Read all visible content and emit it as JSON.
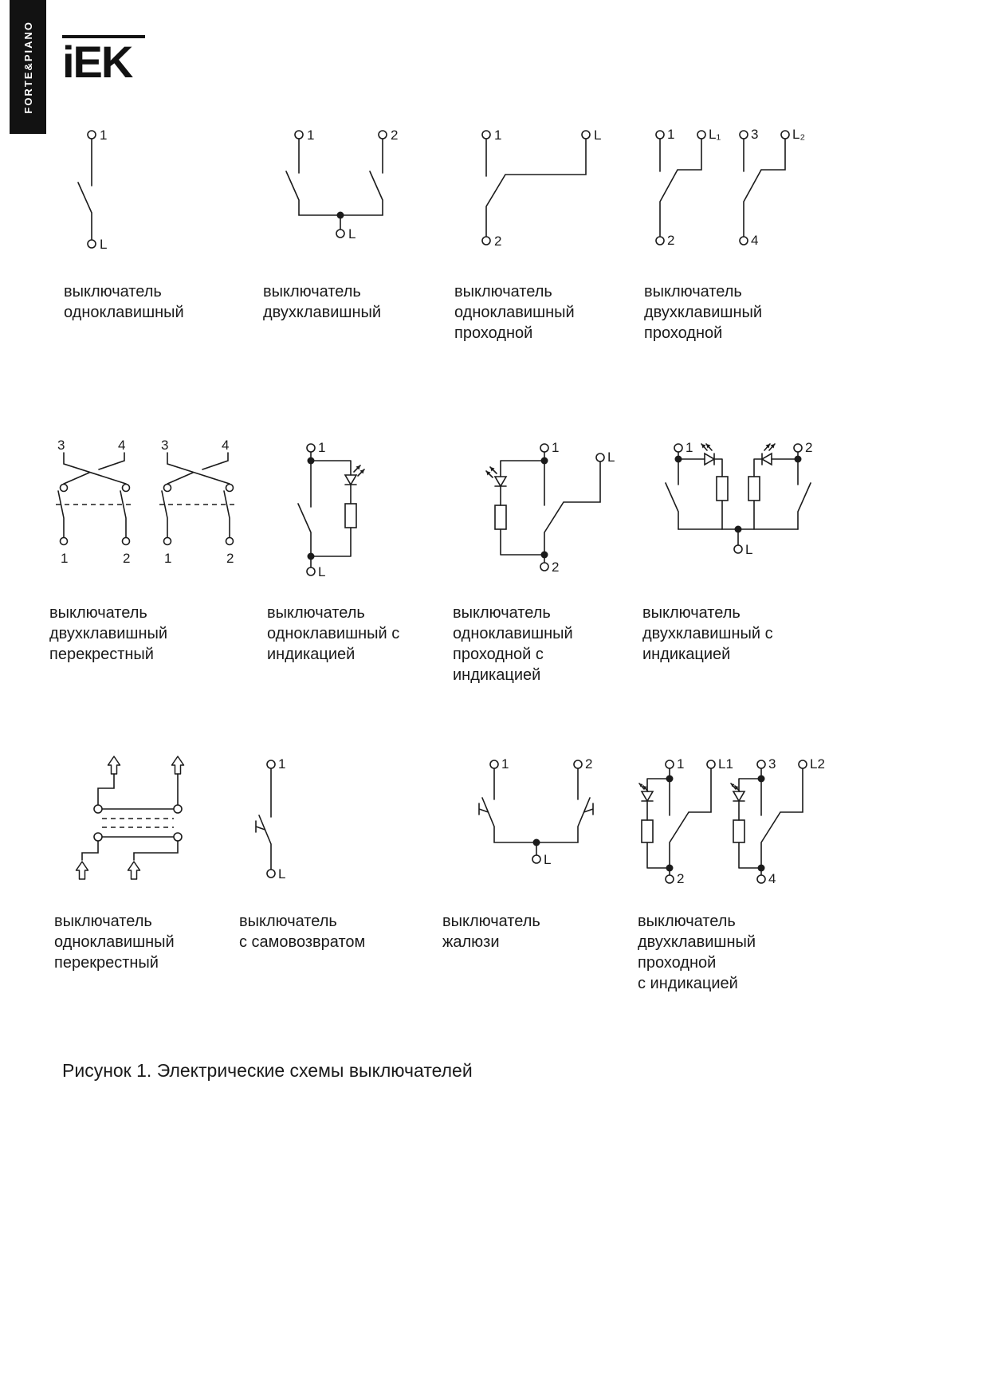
{
  "sidebar": {
    "brand": "FORTE&PIANO"
  },
  "logo": {
    "text": "iEK"
  },
  "figure": {
    "caption": "Рисунок 1. Электрические схемы выключателей"
  },
  "diagrams": [
    {
      "caption": "выключатель\nодноклавишный",
      "t": [
        "1",
        "L"
      ]
    },
    {
      "caption": "выключатель\nдвухклавишный",
      "t": [
        "1",
        "2",
        "L"
      ]
    },
    {
      "caption": "выключатель\nодноклавишный\nпроходной",
      "t": [
        "1",
        "L",
        "2"
      ]
    },
    {
      "caption": "выключатель\nдвухклавишный\nпроходной",
      "t": [
        "1",
        "L₁",
        "3",
        "L₂",
        "2",
        "4"
      ]
    },
    {
      "caption": "выключатель\nдвухклавишный\nперекрестный",
      "t": [
        "3",
        "4",
        "3",
        "4",
        "1",
        "2",
        "1",
        "2"
      ]
    },
    {
      "caption": "выключатель\nодноклавишный с\nиндикацией",
      "t": [
        "1",
        "L"
      ]
    },
    {
      "caption": "выключатель\nодноклавишный\nпроходной с\nиндикацией",
      "t": [
        "1",
        "L",
        "2"
      ]
    },
    {
      "caption": "выключатель\nдвухклавишный с\nиндикацией",
      "t": [
        "1",
        "2",
        "L"
      ]
    },
    {
      "caption": "выключатель\nодноклавишный\nперекрестный",
      "t": []
    },
    {
      "caption": "выключатель\nс самовозвратом",
      "t": [
        "1",
        "L"
      ]
    },
    {
      "caption": "выключатель\nжалюзи",
      "t": [
        "1",
        "2",
        "L"
      ]
    },
    {
      "caption": "выключатель\nдвухклавишный\nпроходной\nс индикацией",
      "t": [
        "1",
        "L1",
        "3",
        "L2",
        "2",
        "4"
      ]
    }
  ]
}
